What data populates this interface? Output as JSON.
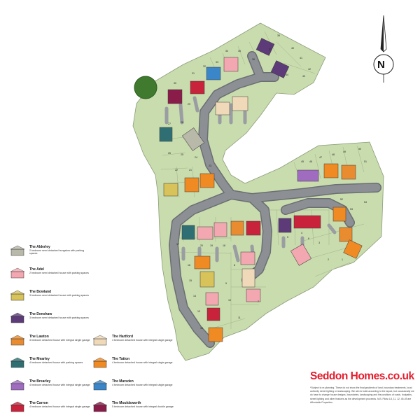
{
  "colors": {
    "land": "#c9dcae",
    "land_edge": "#8a9c78",
    "road": "#8c8f94",
    "road_edge": "#6b6e72",
    "plot_line": "#9fb18a",
    "tree": "#3f7a2e",
    "brand_red": "#e41d2d"
  },
  "north_label": "N",
  "brand": "Seddon Homes.co.uk",
  "disclaimer": "*Subject to re-planning. These do not show the final gradients of land, boundary treatments, local authority street lighting or landscaping. We aim to build according to the layout, but occasionally we do have to change house designs, boundaries, landscaping and the positions of roads, footpaths, street lighting and other features as the development proceeds. N.B. Plots 4-8, 11, 12, 45-49 are Affordable Properties.",
  "legend": [
    {
      "name": "The Alderley",
      "desc": "2 bedroom semi detached bungalow with parking spaces",
      "color": "#b9b9aa",
      "icon": "bungalow-icon"
    },
    {
      "name": "The Adel",
      "desc": "2 bedroom semi detached house with parking spaces",
      "color": "#f3a7b0",
      "icon": "house-icon"
    },
    {
      "name": "The Bowland",
      "desc": "3 bedroom semi detached house with parking spaces",
      "color": "#d8c25a",
      "icon": "house-icon"
    },
    {
      "name": "The Denshaw",
      "desc": "3 bedroom semi detached house with parking spaces",
      "color": "#5d3a78",
      "icon": "house-icon"
    },
    {
      "name": "The Lawton",
      "desc": "3 bedroom detached house with integral single garage",
      "color": "#e98b2f",
      "icon": "house-icon"
    },
    {
      "name": "The Mearley",
      "desc": "4 bedroom detached house with parking spaces",
      "color": "#2f6f73",
      "icon": "house-icon"
    },
    {
      "name": "The Brearley",
      "desc": "4 bedroom detached house with integral single garage",
      "color": "#a06cc0",
      "icon": "house-icon"
    },
    {
      "name": "The Carron",
      "desc": "4 bedroom detached house with integral single garage",
      "color": "#c9233c",
      "icon": "house-icon"
    },
    {
      "name": "The Hartford",
      "desc": "4 bedroom detached house with integral single garage",
      "color": "#efd9b8",
      "icon": "house-icon"
    },
    {
      "name": "The Tatton",
      "desc": "4 bedroom detached house with integral single garage",
      "color": "#f08a22",
      "icon": "house-icon"
    },
    {
      "name": "The Marsden",
      "desc": "4 bedroom detached house with integral single garage",
      "color": "#3a86c8",
      "icon": "house-icon"
    },
    {
      "name": "The Mouldsworth",
      "desc": "5 bedroom detached house with integral double garage",
      "color": "#8a1c4a",
      "icon": "house-icon"
    }
  ],
  "plot_numbers": [
    "39",
    "40",
    "41",
    "42",
    "43",
    "44",
    "37",
    "36",
    "35",
    "34",
    "33",
    "32",
    "31",
    "30",
    "29",
    "28",
    "27",
    "26",
    "25",
    "24",
    "23",
    "22",
    "21",
    "20",
    "19",
    "18",
    "17",
    "16",
    "15",
    "14",
    "13",
    "12",
    "11",
    "10",
    "9",
    "8",
    "7",
    "6",
    "5",
    "4",
    "3",
    "2",
    "1",
    "45",
    "46",
    "47",
    "48",
    "49",
    "50",
    "51",
    "52",
    "53",
    "54"
  ]
}
